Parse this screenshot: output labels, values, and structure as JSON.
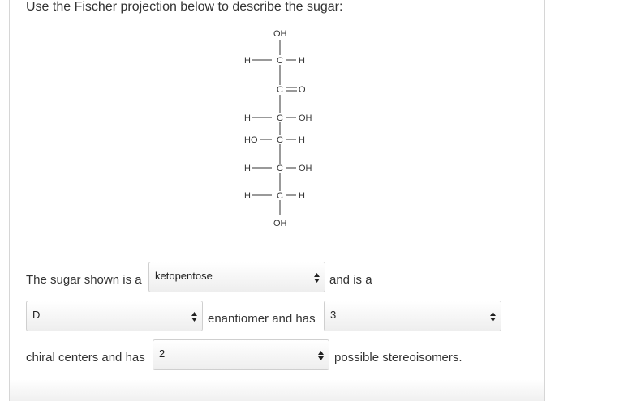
{
  "question": "Use the Fischer projection below to describe the sugar:",
  "fischer": {
    "top": "OH",
    "bottom": "OH",
    "c1_left": "H",
    "c1_right": "H",
    "c3_left": "H",
    "c3_right": "OH",
    "c4_left": "HO",
    "c4_right": "H",
    "c5_left": "H",
    "c5_right": "OH",
    "c6_left": "H",
    "c6_right": "H",
    "carbon": "C",
    "ketone_o": "O"
  },
  "sentence": {
    "part1": "The sugar shown is a",
    "part2": "and is a",
    "part3": "enantiomer and has",
    "part4": "chiral centers and has",
    "part5": "possible stereoisomers."
  },
  "selects": {
    "sugar_type": "ketopentose",
    "enantiomer": "D",
    "chiral_centers": "3",
    "stereoisomers": "2"
  }
}
